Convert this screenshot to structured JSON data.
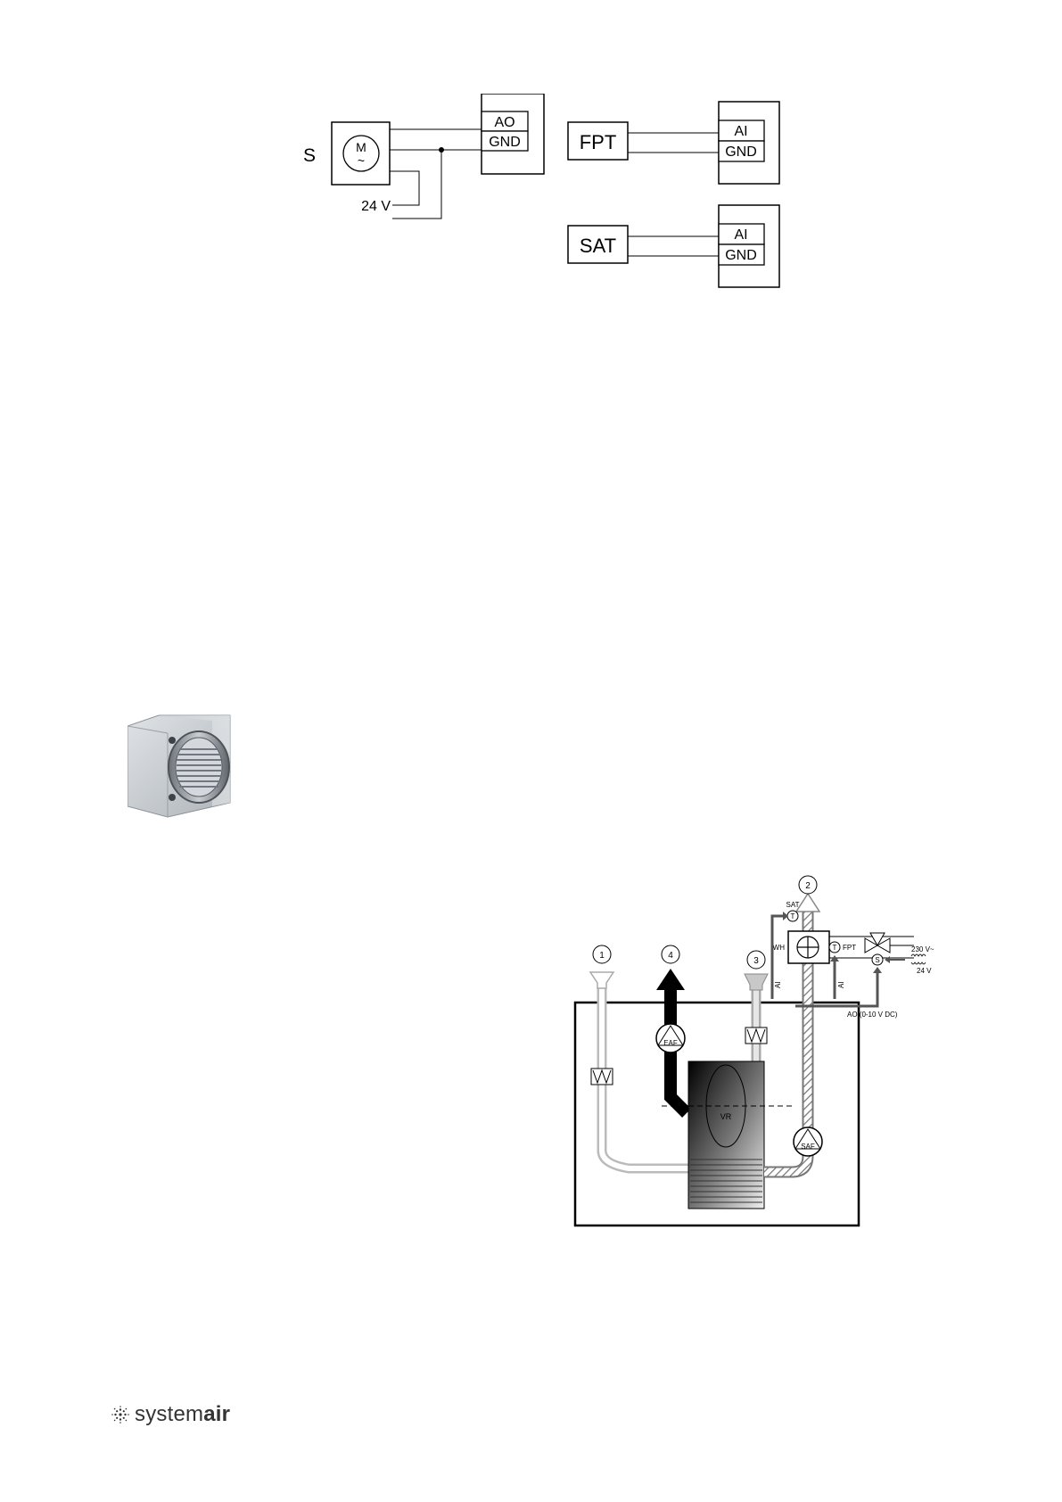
{
  "wiring": {
    "actuator": {
      "label": "S",
      "motor_top": "M",
      "motor_bottom": "~",
      "supply": "24 V",
      "terminals": [
        "AO",
        "GND"
      ]
    },
    "fpt": {
      "label": "FPT",
      "terminals": [
        "AI",
        "GND"
      ]
    },
    "sat": {
      "label": "SAT",
      "terminals": [
        "AI",
        "GND"
      ]
    }
  },
  "schematic": {
    "markers": [
      "1",
      "4",
      "3",
      "2"
    ],
    "fans": {
      "exhaust": "EAF",
      "supply": "SAF"
    },
    "rotor": "VR",
    "sensors": {
      "sat": "SAT",
      "sat_symbol": "T",
      "fpt": "FPT",
      "fpt_symbol": "T",
      "valve_actuator": "S"
    },
    "heater": "WH",
    "signals": {
      "ai_left": "AI",
      "ai_right": "AI",
      "ao": "AO (0-10 V DC)"
    },
    "power": {
      "mains": "230 V~",
      "low": "24 V"
    }
  },
  "footer": {
    "brand_prefix": "system",
    "brand_suffix": "air"
  }
}
